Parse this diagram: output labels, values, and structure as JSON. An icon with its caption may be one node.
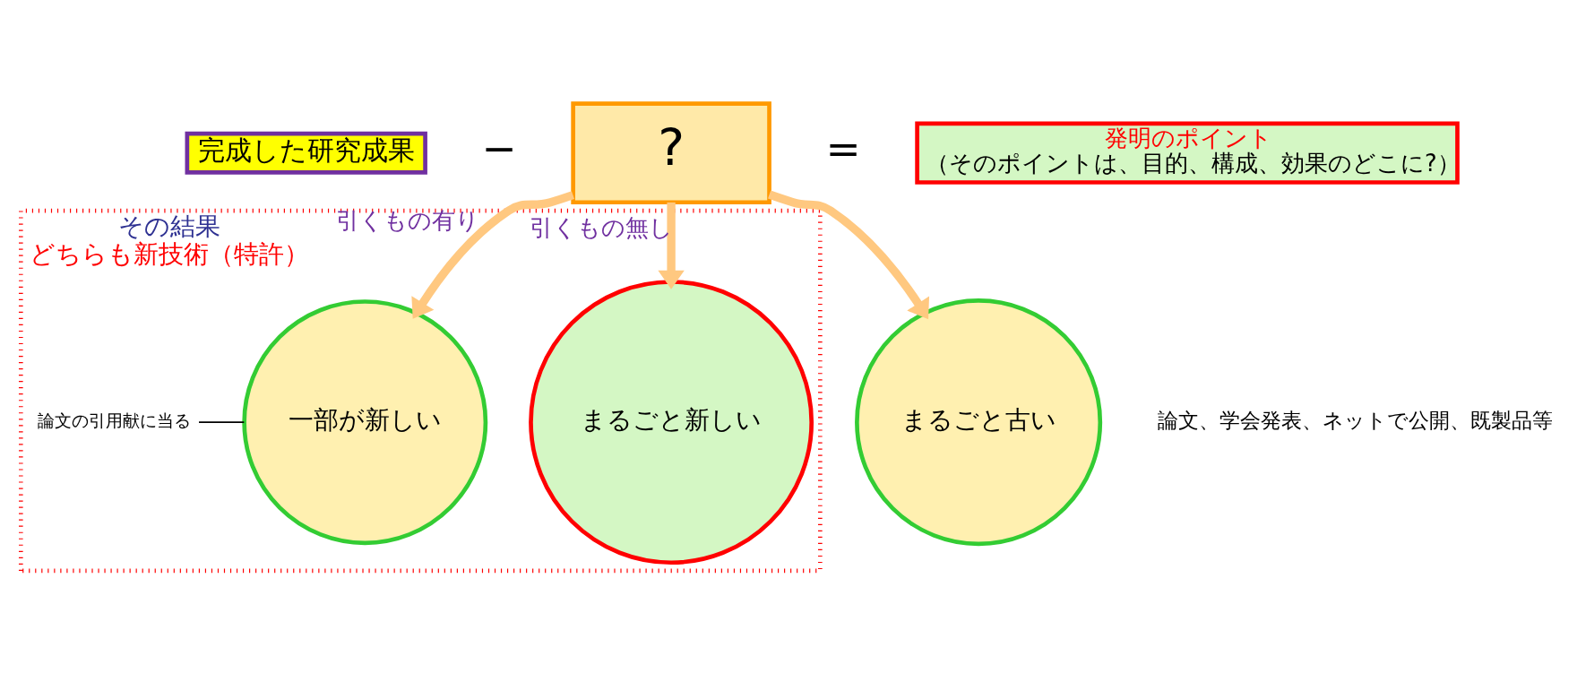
{
  "diagram": {
    "nodes": [
      {
        "text": [
          "完成した研究成果"
        ]
      },
      {
        "text": [
          "?"
        ]
      },
      {
        "text": [
          "発明のポイント",
          "（そのポイントは、目的、構成、効果のどこに?）"
        ]
      },
      {
        "text": [
          "その結果",
          "どちらも新技術（特許）"
        ]
      },
      {
        "text": [
          "まるごと新しい"
        ],
        "in": 3
      },
      {
        "text": [
          "一部が新しい"
        ],
        "in": 3
      },
      {
        "text": [
          "論文の引用献に当る"
        ],
        "in": 3
      },
      {
        "text": [
          "まるごと古い"
        ],
        "beside": [
          "論文、学会発表、ネットで公開、既製品等"
        ]
      }
    ],
    "edges": [
      {
        "from": 1,
        "to": 4,
        "arrow": "to",
        "label": "引くもの無し"
      },
      {
        "from": 1,
        "to": 5,
        "arrow": "to",
        "label": "引くもの有り"
      },
      {
        "from": 1,
        "to": 7,
        "arrow": "to"
      },
      {
        "from": 6,
        "to": 5,
        "arrow": "none",
        "color": "#000000"
      }
    ],
    "labels": [
      "−",
      "="
    ]
  }
}
